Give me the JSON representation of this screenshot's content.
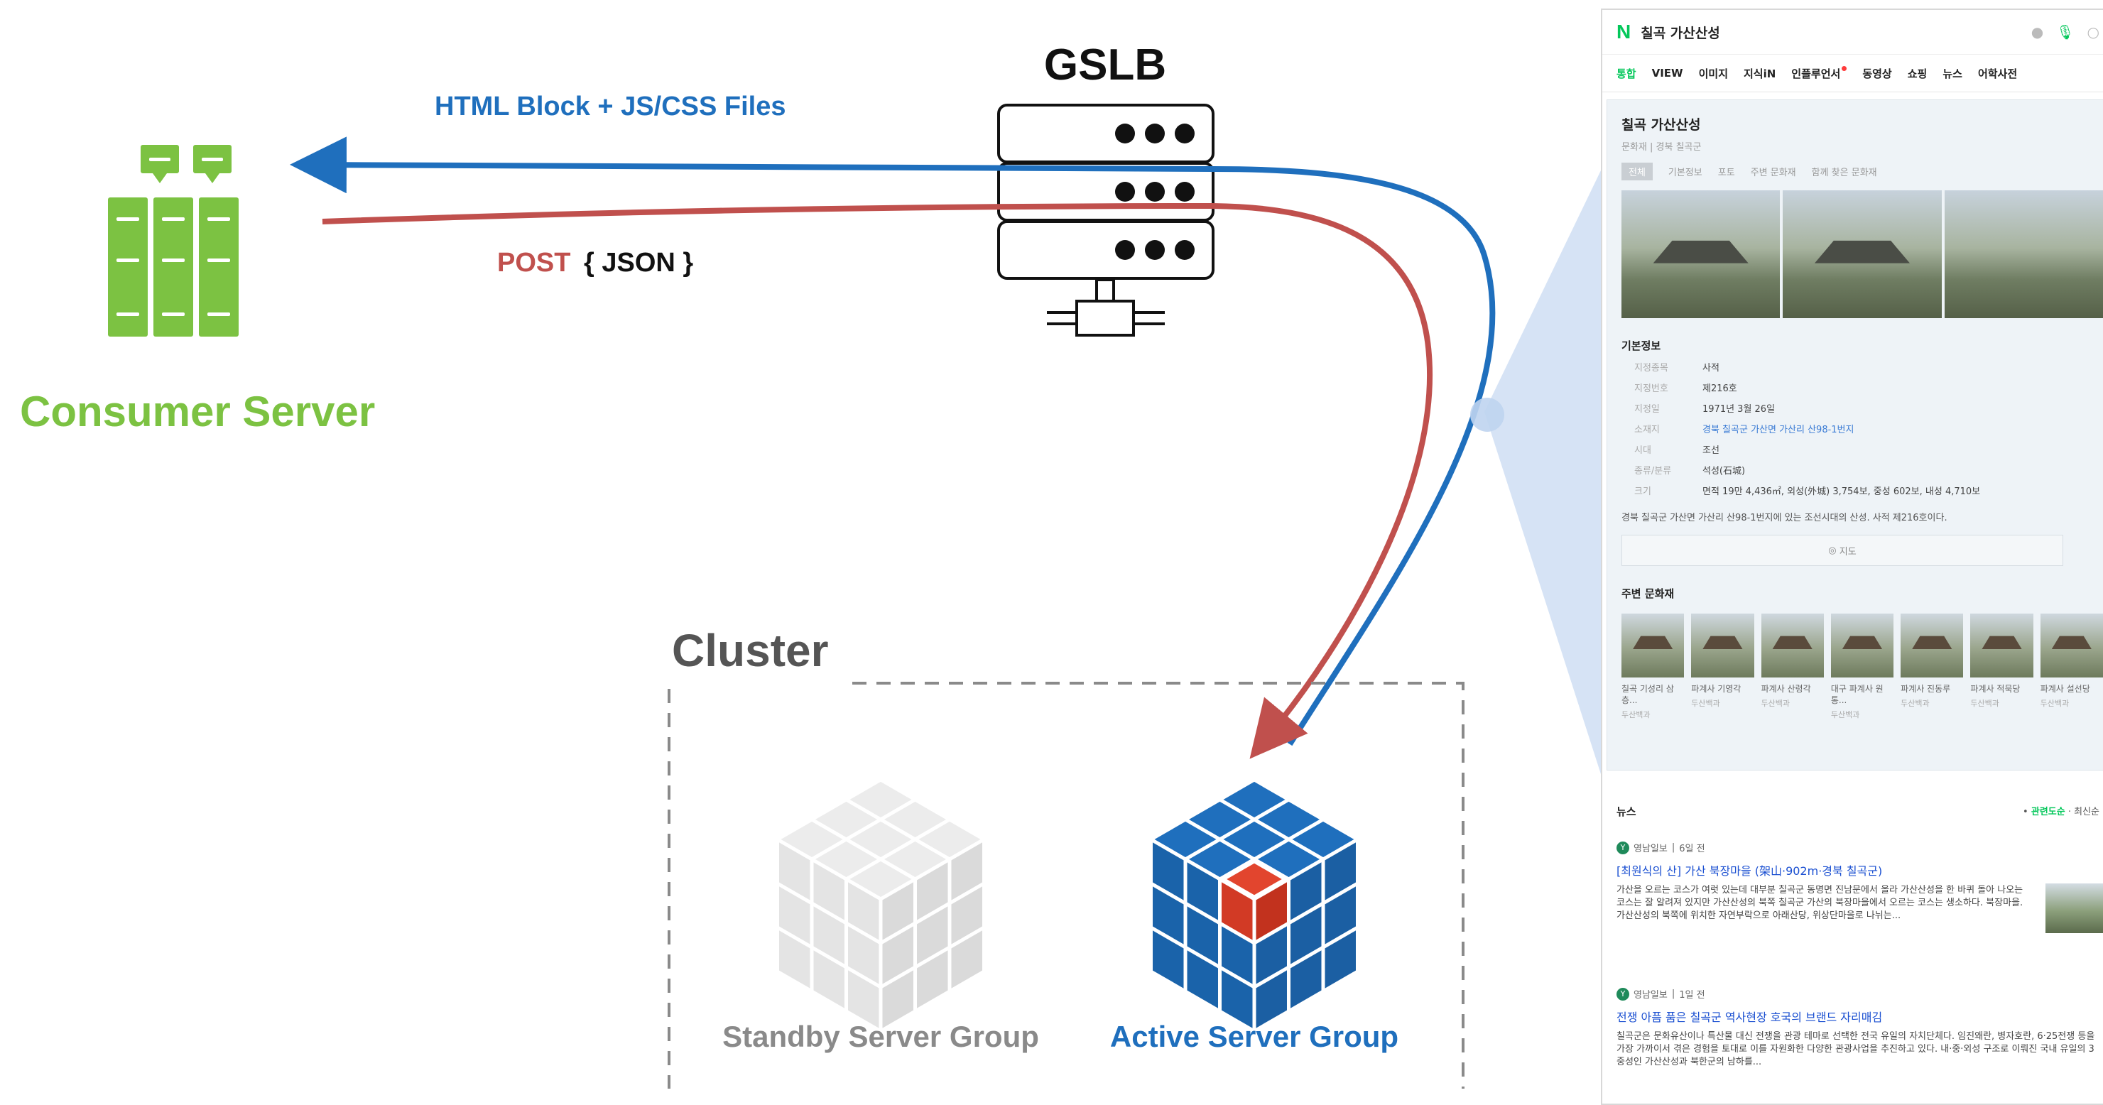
{
  "diagram": {
    "title_gslb": "GSLB",
    "arrow_top_label": "HTML Block + JS/CSS Files",
    "arrow_bottom_method": "POST",
    "arrow_bottom_payload": "{ JSON }",
    "consumer_label": "Consumer Server",
    "cluster_label": "Cluster",
    "standby_label": "Standby Server Group",
    "active_label": "Active Server Group",
    "colors": {
      "green": "#7cc242",
      "blue": "#1f6fbd",
      "red": "#c0504d",
      "gray": "#8a8a8a",
      "light_gray": "#e3e3e3"
    }
  },
  "search": {
    "logo": "N",
    "query": "칠곡 가산산성",
    "icons": [
      "clear-icon",
      "mic-icon",
      "search-icon"
    ],
    "tabs": [
      "통합",
      "VIEW",
      "이미지",
      "지식iN",
      "인플루언서",
      "동영상",
      "쇼핑",
      "뉴스",
      "어학사전"
    ],
    "knowledge": {
      "title": "칠곡 가산산성",
      "subtitle": "문화재 | 경북 칠곡군",
      "subtabs": [
        "전체",
        "기본정보",
        "포토",
        "주변 문화재",
        "함께 찾은 문화재"
      ],
      "section_info": "기본정보",
      "rows": [
        {
          "k": "지정종목",
          "v": "사적"
        },
        {
          "k": "지정번호",
          "v": "제216호"
        },
        {
          "k": "지정일",
          "v": "1971년 3월 26일"
        },
        {
          "k": "소재지",
          "v": "경북 칠곡군 가산면 가산리 산98-1번지"
        },
        {
          "k": "시대",
          "v": "조선"
        },
        {
          "k": "종류/분류",
          "v": "석성(石城)"
        },
        {
          "k": "크기",
          "v": "면적 19만 4,436㎡, 외성(外城) 3,754보, 중성 602보, 내성 4,710보"
        }
      ],
      "description": "경북 칠곡군 가산면 가산리 산98-1번지에 있는 조선시대의 산성. 사적 제216호이다.",
      "map_button": "지도",
      "section_nearby": "주변 문화재",
      "nearby": [
        {
          "name": "칠곡 기성리 삼층...",
          "src": "두산백과"
        },
        {
          "name": "파계사 기영각",
          "src": "두산백과"
        },
        {
          "name": "파계사 산령각",
          "src": "두산백과"
        },
        {
          "name": "대구 파계사 원통...",
          "src": "두산백과"
        },
        {
          "name": "파계사 진동루",
          "src": "두산백과"
        },
        {
          "name": "파계사 적묵당",
          "src": "두산백과"
        },
        {
          "name": "파계사 설선당",
          "src": "두산백과"
        }
      ]
    },
    "news": {
      "header": "뉴스",
      "sort_active": "관련도순",
      "sort_other": "최신순",
      "items": [
        {
          "source": "영남일보",
          "time": "6일 전",
          "title": "[최원식의 산] 가산 북장마을 (架山·902m·경북 칠곡군)",
          "body": "가산을 오르는 코스가 여럿 있는데 대부분 칠곡군 동명면 진남문에서 올라 가산산성을 한 바퀴 돌아 나오는 코스는 잘 알려져 있지만 가산산성의 북쪽 칠곡군 가산의 북장마을에서 오르는 코스는 생소하다. 북장마을. 가산산성의 북쪽에 위치한 자연부락으로 아래산당, 위상단마을로 나뉘는..."
        },
        {
          "source": "영남일보",
          "time": "1일 전",
          "title": "전쟁 아픔 품은 칠곡군 역사현장 호국의 브랜드 자리매김",
          "body": "칠곡군은 문화유산이나 특산물 대신 전쟁을 관광 테마로 선택한 전국 유일의 자치단체다. 임진왜란, 병자호란, 6·25전쟁 등을 가장 가까이서 겪은 경험을 토대로 이를 자원화한 다양한 관광사업을 추진하고 있다. 내·중·외성 구조로 이뤄진 국내 유일의 3중성인 가산산성과 북한군의 남하를..."
        }
      ]
    }
  }
}
